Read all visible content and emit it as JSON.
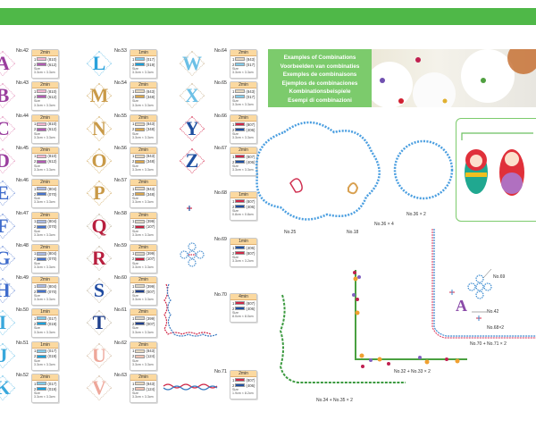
{
  "thread_colors": {
    "810": "#f2b6d0",
    "612": "#b25cb4",
    "804": "#a9b9e3",
    "070": "#4673cc",
    "017": "#83cbea",
    "019": "#1aa0da",
    "843": "#e6d7bf",
    "348": "#d9a64e",
    "399": "#dcd5c6",
    "107": "#c8203f",
    "007": "#1f3f8c",
    "124": "#f3c3b3",
    "807": "#d02848",
    "406": "#1f4fa0"
  },
  "size_label": "Size",
  "columns": [
    [
      {
        "no": "No.42",
        "time": "2min",
        "t1": "810",
        "t2": "612",
        "size": "3.3cm × 3.3cm",
        "letter": "A",
        "color": "#9b3f9e",
        "orn": "#e9a6c8"
      },
      {
        "no": "No.43",
        "time": "2min",
        "t1": "810",
        "t2": "612",
        "size": "3.3cm × 3.3cm",
        "letter": "B",
        "color": "#9b3f9e",
        "orn": "#e9a6c8"
      },
      {
        "no": "No.44",
        "time": "2min",
        "t1": "810",
        "t2": "612",
        "size": "3.3cm × 3.3cm",
        "letter": "C",
        "color": "#9b3f9e",
        "orn": "#e9a6c8"
      },
      {
        "no": "No.45",
        "time": "2min",
        "t1": "810",
        "t2": "612",
        "size": "3.3cm × 3.3cm",
        "letter": "D",
        "color": "#9b3f9e",
        "orn": "#e9a6c8"
      },
      {
        "no": "No.46",
        "time": "2min",
        "t1": "804",
        "t2": "070",
        "size": "3.3cm × 3.3cm",
        "letter": "E",
        "color": "#3f6ccc",
        "orn": "#8fa8e0"
      },
      {
        "no": "No.47",
        "time": "2min",
        "t1": "804",
        "t2": "070",
        "size": "3.3cm × 3.3cm",
        "letter": "F",
        "color": "#3f6ccc",
        "orn": "#8fa8e0"
      },
      {
        "no": "No.48",
        "time": "2min",
        "t1": "804",
        "t2": "070",
        "size": "3.3cm × 3.3cm",
        "letter": "G",
        "color": "#3f6ccc",
        "orn": "#8fa8e0"
      },
      {
        "no": "No.49",
        "time": "2min",
        "t1": "804",
        "t2": "070",
        "size": "3.3cm × 3.3cm",
        "letter": "H",
        "color": "#3f6ccc",
        "orn": "#8fa8e0"
      },
      {
        "no": "No.50",
        "time": "1min",
        "t1": "017",
        "t2": "019",
        "size": "3.3cm × 3.3cm",
        "letter": "I",
        "color": "#3aa8dc",
        "orn": "#8fd0ee"
      },
      {
        "no": "No.51",
        "time": "1min",
        "t1": "017",
        "t2": "019",
        "size": "3.3cm × 3.3cm",
        "letter": "J",
        "color": "#3aa8dc",
        "orn": "#8fd0ee"
      },
      {
        "no": "No.52",
        "time": "2min",
        "t1": "017",
        "t2": "019",
        "size": "3.3cm × 3.3cm",
        "letter": "K",
        "color": "#3aa8dc",
        "orn": "#8fd0ee"
      }
    ],
    [
      {
        "no": "No.53",
        "time": "1min",
        "t1": "017",
        "t2": "019",
        "size": "3.3cm × 3.3cm",
        "letter": "L",
        "color": "#2aa2dc",
        "orn": "#8fd0ee"
      },
      {
        "no": "No.54",
        "time": "2min",
        "t1": "843",
        "t2": "348",
        "size": "3.3cm × 3.3cm",
        "letter": "M",
        "color": "#c99a48",
        "orn": "#ddc08a"
      },
      {
        "no": "No.55",
        "time": "2min",
        "t1": "843",
        "t2": "348",
        "size": "3.3cm × 3.3cm",
        "letter": "N",
        "color": "#c99a48",
        "orn": "#ddc08a"
      },
      {
        "no": "No.56",
        "time": "2min",
        "t1": "843",
        "t2": "348",
        "size": "3.3cm × 3.3cm",
        "letter": "O",
        "color": "#c99a48",
        "orn": "#ddc08a"
      },
      {
        "no": "No.57",
        "time": "2min",
        "t1": "843",
        "t2": "348",
        "size": "3.3cm × 3.3cm",
        "letter": "P",
        "color": "#c99a48",
        "orn": "#ddc08a"
      },
      {
        "no": "No.58",
        "time": "2min",
        "t1": "399",
        "t2": "107",
        "size": "3.3cm × 3.3cm",
        "letter": "Q",
        "color": "#b81f3e",
        "orn": "#cfc6b6"
      },
      {
        "no": "No.59",
        "time": "2min",
        "t1": "399",
        "t2": "107",
        "size": "3.3cm × 3.3cm",
        "letter": "R",
        "color": "#b81f3e",
        "orn": "#cfc6b6"
      },
      {
        "no": "No.60",
        "time": "2min",
        "t1": "399",
        "t2": "007",
        "size": "3.3cm × 3.3cm",
        "letter": "S",
        "color": "#1f4aa0",
        "orn": "#cfc6b6"
      },
      {
        "no": "No.61",
        "time": "2min",
        "t1": "399",
        "t2": "007",
        "size": "3.3cm × 3.3cm",
        "letter": "T",
        "color": "#1f3f8c",
        "orn": "#cfc6b6"
      },
      {
        "no": "No.62",
        "time": "2min",
        "t1": "843",
        "t2": "124",
        "size": "3.3cm × 3.3cm",
        "letter": "U",
        "color": "#eea79a",
        "orn": "#dcc8b4"
      },
      {
        "no": "No.63",
        "time": "2min",
        "t1": "843",
        "t2": "124",
        "size": "3.3cm × 3.3cm",
        "letter": "V",
        "color": "#eea79a",
        "orn": "#dcc8b4"
      }
    ],
    [
      {
        "no": "No.64",
        "time": "2min",
        "t1": "843",
        "t2": "017",
        "size": "3.3cm × 3.3cm",
        "letter": "W",
        "color": "#6cc0e6",
        "orn": "#d8c8b0"
      },
      {
        "no": "No.65",
        "time": "2min",
        "t1": "843",
        "t2": "017",
        "size": "3.3cm × 3.3cm",
        "letter": "X",
        "color": "#6cc0e6",
        "orn": "#d8c8b0"
      },
      {
        "no": "No.66",
        "time": "2min",
        "t1": "807",
        "t2": "406",
        "size": "3.3cm × 3.3cm",
        "letter": "Y",
        "color": "#1f4fa0",
        "orn": "#e0607a"
      },
      {
        "no": "No.67",
        "time": "2min",
        "t1": "807",
        "t2": "406",
        "size": "3.3cm × 3.3cm",
        "letter": "Z",
        "color": "#1f4fa0",
        "orn": "#e0607a"
      },
      {
        "no": "No.68",
        "time": "1min",
        "t1": "807",
        "t2": "406",
        "size": "0.8cm × 0.8cm"
      },
      {
        "no": "No.69",
        "time": "1min",
        "t1": "406",
        "t2": "807",
        "size": "3.3cm × 3.2cm"
      },
      {
        "no": "No.70",
        "time": "4min",
        "t1": "807",
        "t2": "406",
        "size": "8.0cm × 8.0cm"
      },
      {
        "no": "No.71",
        "time": "2min",
        "t1": "807",
        "t2": "406",
        "size": "1.9cm × 8.2cm"
      }
    ]
  ],
  "combinations": {
    "heading": [
      "Examples of Combinations",
      "Voorbeelden van combinaties",
      "Exemples de combinaisons",
      "Ejemplos de combinaciones",
      "Kombinationsbeispiele",
      "Esempi di combinazioni"
    ],
    "labels": {
      "no25": "No.25",
      "no18": "No.18",
      "no36x4": "No.36 × 4",
      "no36x2": "No.36 × 2",
      "no69": "No.69",
      "no42": "No.42",
      "no68x2": "No.68×2",
      "no70_71": "No.70 + No.71 × 2",
      "no32_33": "No.32 + No.33 × 2",
      "no34_35": "No.34 + No.35 × 2"
    }
  }
}
